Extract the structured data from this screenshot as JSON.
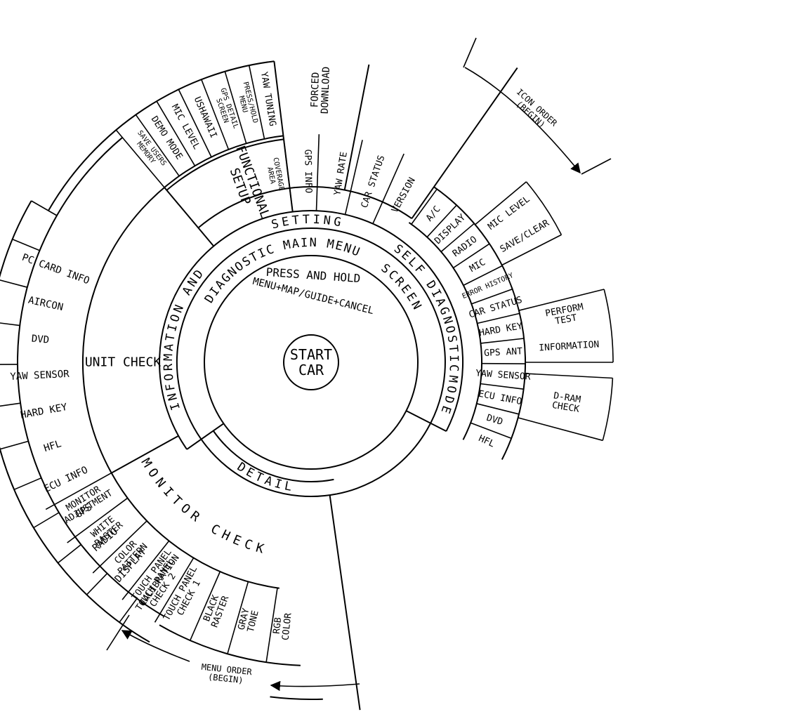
{
  "center": {
    "lines": [
      "START",
      "CAR"
    ]
  },
  "hub": {
    "press_hold": "PRESS AND HOLD",
    "combo": "MENU+MAP/GUIDE+CANCEL"
  },
  "ring1": {
    "diagnostic_main_menu": "DIAGNOSTIC MAIN MENU",
    "screen": "SCREEN",
    "detail": "DETAIL"
  },
  "ring2": {
    "information_and": "INFORMATION AND",
    "setting": "SETTING",
    "self_diagnostic": "SELF DIAGNOSTIC",
    "mode": "MODE"
  },
  "groups": {
    "unit_check": "UNIT CHECK",
    "monitor_check": "MONITOR CHECK",
    "functional_setup": [
      "FUNCTIONAL",
      "SETUP"
    ]
  },
  "unit_check_items": [
    [
      "TOUCH PANEL",
      "CHECK 2"
    ],
    [
      "DISPLAY"
    ],
    [
      "RADIO"
    ],
    [
      "GPS"
    ],
    [
      "ECU INFO"
    ],
    [
      "HFL"
    ],
    [
      "HARD KEY"
    ],
    [
      "YAW SENSOR"
    ],
    [
      "DVD"
    ],
    [
      "AIRCON"
    ],
    [
      "PC CARD INFO"
    ]
  ],
  "monitor_check_items": [
    [
      "MONITOR",
      "ADJUSTMENT"
    ],
    [
      "WHITE",
      "RASTER"
    ],
    [
      "COLOR",
      "PATTERN"
    ],
    [
      "TOUCH PANEL",
      "CALIBRATION"
    ],
    [
      "TOUCH PANEL",
      "CHECK 1"
    ],
    [
      "BLACK",
      "RASTER"
    ],
    [
      "GRAY",
      "TONE"
    ],
    [
      "RGB",
      "COLOR"
    ]
  ],
  "functional_setup_items": [
    [
      "SAVE USERS",
      "MEMORY"
    ],
    [
      "DEMO MODE"
    ],
    [
      "MIC LEVEL"
    ],
    [
      "USHAWAII"
    ],
    [
      "GPS DETAIL",
      "SCREEN"
    ],
    [
      "PRESS/HOLD",
      "MENU"
    ],
    [
      "YAW TUNING"
    ]
  ],
  "info_setting_items": [
    [
      "COVERAGE",
      "AREA"
    ],
    [
      "GPS INFO"
    ],
    [
      "YAW RATE"
    ],
    [
      "CAR STATUS"
    ],
    [
      "VERSION"
    ]
  ],
  "forced_download": [
    "FORCED",
    "DOWNLOAD"
  ],
  "self_diag_items": [
    [
      "A/C"
    ],
    [
      "DISPLAY"
    ],
    [
      "RADIO"
    ],
    [
      "MIC"
    ],
    [
      "ERROR HISTORY"
    ],
    [
      "CAR STATUS"
    ],
    [
      "HARD KEY"
    ],
    [
      "GPS ANT"
    ],
    [
      "YAW SENSOR"
    ],
    [
      "ECU INFO"
    ],
    [
      "DVD"
    ],
    [
      "HFL"
    ]
  ],
  "self_diag_sub": {
    "mic": [
      [
        "MIC LEVEL"
      ],
      [
        "SAVE/CLEAR"
      ]
    ],
    "hard_key": [
      [
        "PERFORM",
        "TEST"
      ],
      [
        "INFORMATION"
      ]
    ],
    "ecu_info": [
      [
        "D-RAM",
        "CHECK"
      ]
    ]
  },
  "icon_order": [
    "ICON ORDER",
    "(BEGIN)"
  ],
  "menu_order": [
    "MENU ORDER",
    "(BEGIN)"
  ]
}
